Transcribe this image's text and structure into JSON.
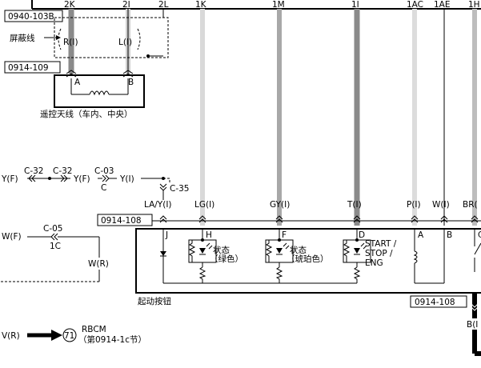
{
  "pins_top": [
    "2K",
    "2I",
    "2L",
    "1K",
    "1M",
    "1I",
    "1AC",
    "1AE",
    "1H"
  ],
  "refs": {
    "top": "0940-103B",
    "antenna": "0914-109",
    "bus": "0914-108",
    "right": "0914-108"
  },
  "shield": {
    "label": "屏蔽线",
    "r": "R(I)",
    "l": "L(I)"
  },
  "antenna": {
    "pin_a": "A",
    "pin_b": "B",
    "caption": "遥控天线（车内、中央）"
  },
  "left_circuit": {
    "c32a": "C-32",
    "c32b": "C-32",
    "c03": "C-03",
    "yf1": "Y(F)",
    "yf2": "Y(F)",
    "yi": "Y(I)",
    "c_letter": "C",
    "c35": "C-35",
    "c05": "C-05",
    "wf": "W(F)",
    "c1c": "1C",
    "wr": "W(R)"
  },
  "wires": [
    "LA/Y(I)",
    "LG(I)",
    "GY(I)",
    "T(I)",
    "P(I)",
    "W(I)",
    "BR("
  ],
  "pins_bottom": [
    "J",
    "H",
    "F",
    "D",
    "A",
    "B",
    "C"
  ],
  "leds": {
    "green_1": "状态",
    "green_2": "（绿色）",
    "amber_1": "状态",
    "amber_2": "（琥珀色）",
    "start_1": "START /",
    "start_2": "STOP /",
    "start_3": "ENG"
  },
  "module_name": "起动按钮",
  "right_bottom": "B(I",
  "rbcm": {
    "wire": "V(R)",
    "node": "71",
    "title": "RBCM",
    "section": "（第0914-1c节）"
  }
}
